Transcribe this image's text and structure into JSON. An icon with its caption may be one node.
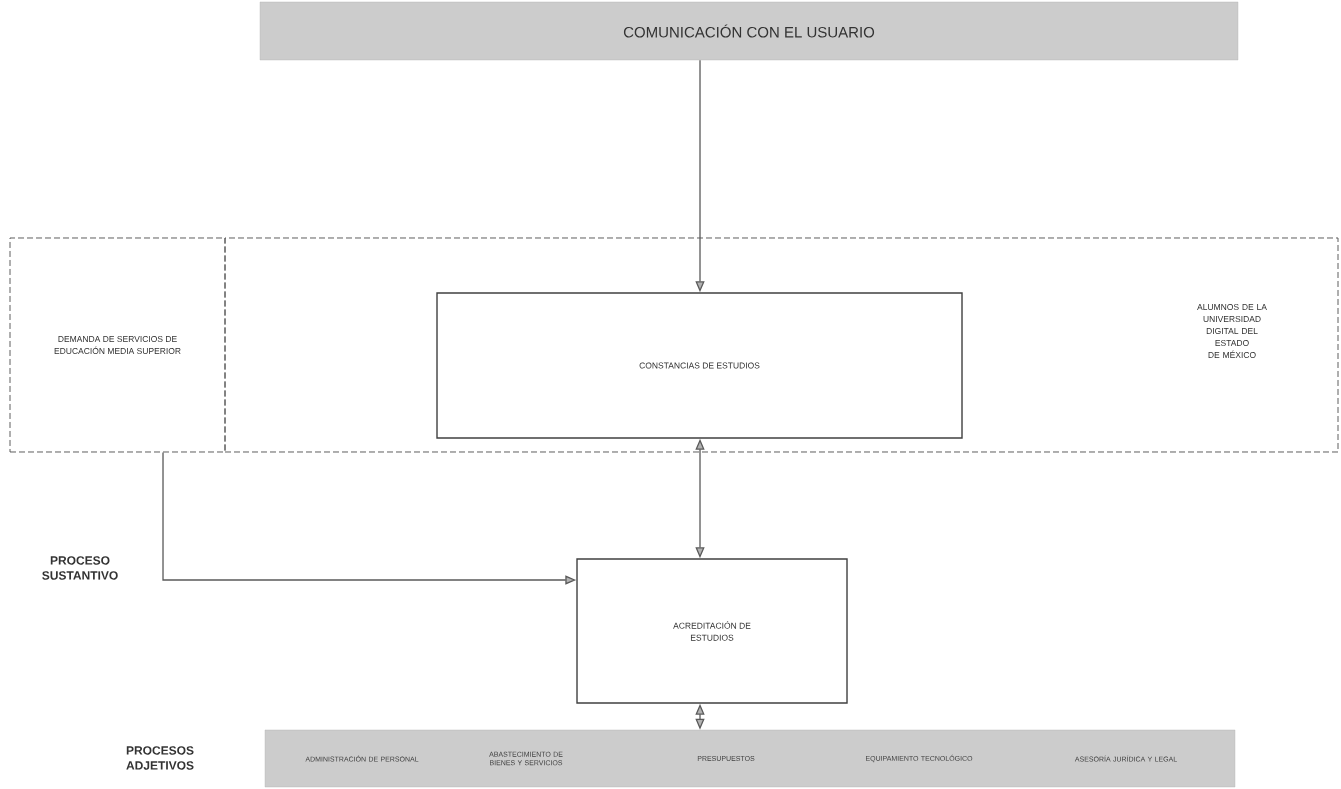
{
  "diagram": {
    "nodes": [
      {
        "text": [
          "COMUNICACIÓN CON EL USUARIO"
        ]
      },
      {
        "text": [
          "DEMANDA DE SERVICIOS DE EDUCACIÓN MEDIA SUPERIOR"
        ]
      },
      {
        "text": [
          "ALUMNOS DE LA UNIVERSIDAD DIGITAL DEL ESTADO DE MÉXICO"
        ]
      },
      {
        "text": [
          "CONSTANCIAS DE ESTUDIOS"
        ],
        "in": 2
      },
      {
        "text": [
          "ACREDITACIÓN DE ESTUDIOS"
        ]
      },
      {
        "text": [
          "ADMINISTRACIÓN DE PERSONAL",
          "ABASTECIMIENTO DE BIENES Y SERVICIOS",
          "PRESUPUESTOS",
          "EQUIPAMIENTO TECNOLÓGICO",
          "ASESORÍA JURÍDICA Y LEGAL"
        ]
      }
    ],
    "edges": [
      {
        "from": 0,
        "to": 3,
        "arrow": "to"
      },
      {
        "from": 3,
        "to": 4,
        "arrow": "both"
      },
      {
        "from": 1,
        "to": 4,
        "arrow": "to"
      },
      {
        "from": 4,
        "to": 5,
        "arrow": "both"
      }
    ],
    "labels": [
      "PROCESO SUSTANTIVO",
      "PROCESOS ADJETIVOS"
    ]
  }
}
